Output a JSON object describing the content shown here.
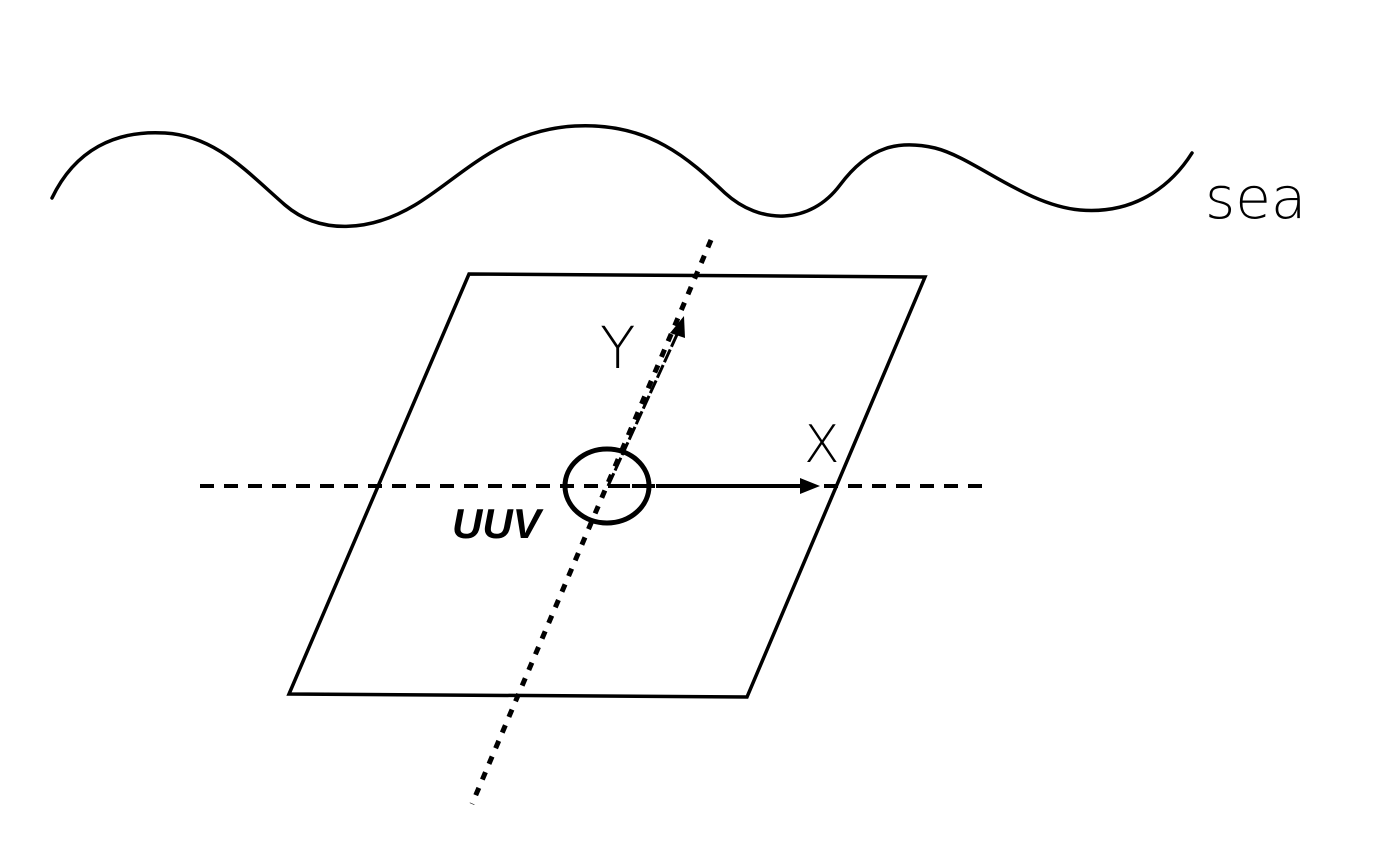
{
  "labels": {
    "sea": "sea",
    "x_axis": "X",
    "y_axis": "Y",
    "vehicle": "UUV"
  },
  "colors": {
    "stroke": "#000000",
    "background": "#ffffff"
  }
}
